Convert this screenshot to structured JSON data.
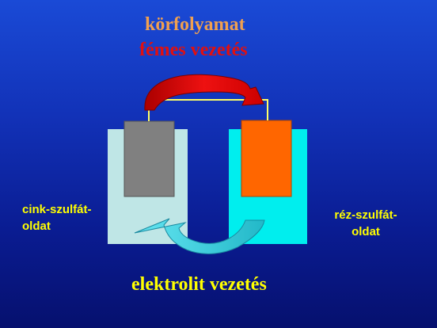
{
  "labels": {
    "title_line1": "körfolyamat",
    "title_line2": "fémes vezetés",
    "left_solution": [
      "cink-szulfát-",
      "oldat"
    ],
    "right_solution": [
      "réz-szulfát-",
      "oldat"
    ],
    "bottom": "elektrolit vezetés"
  },
  "colors": {
    "background": "#1232b8",
    "title_line1": "#f0a050",
    "title_line2": "#e01010",
    "text_yellow": "#ffff00",
    "left_beaker": "#bfe6e6",
    "right_beaker": "#00eeee",
    "zinc_electrode": "#808080",
    "copper_electrode": "#ff6600",
    "wire": "#ffff66",
    "top_arrow": "#cc0000",
    "bottom_arrow": "#33ccdd"
  }
}
